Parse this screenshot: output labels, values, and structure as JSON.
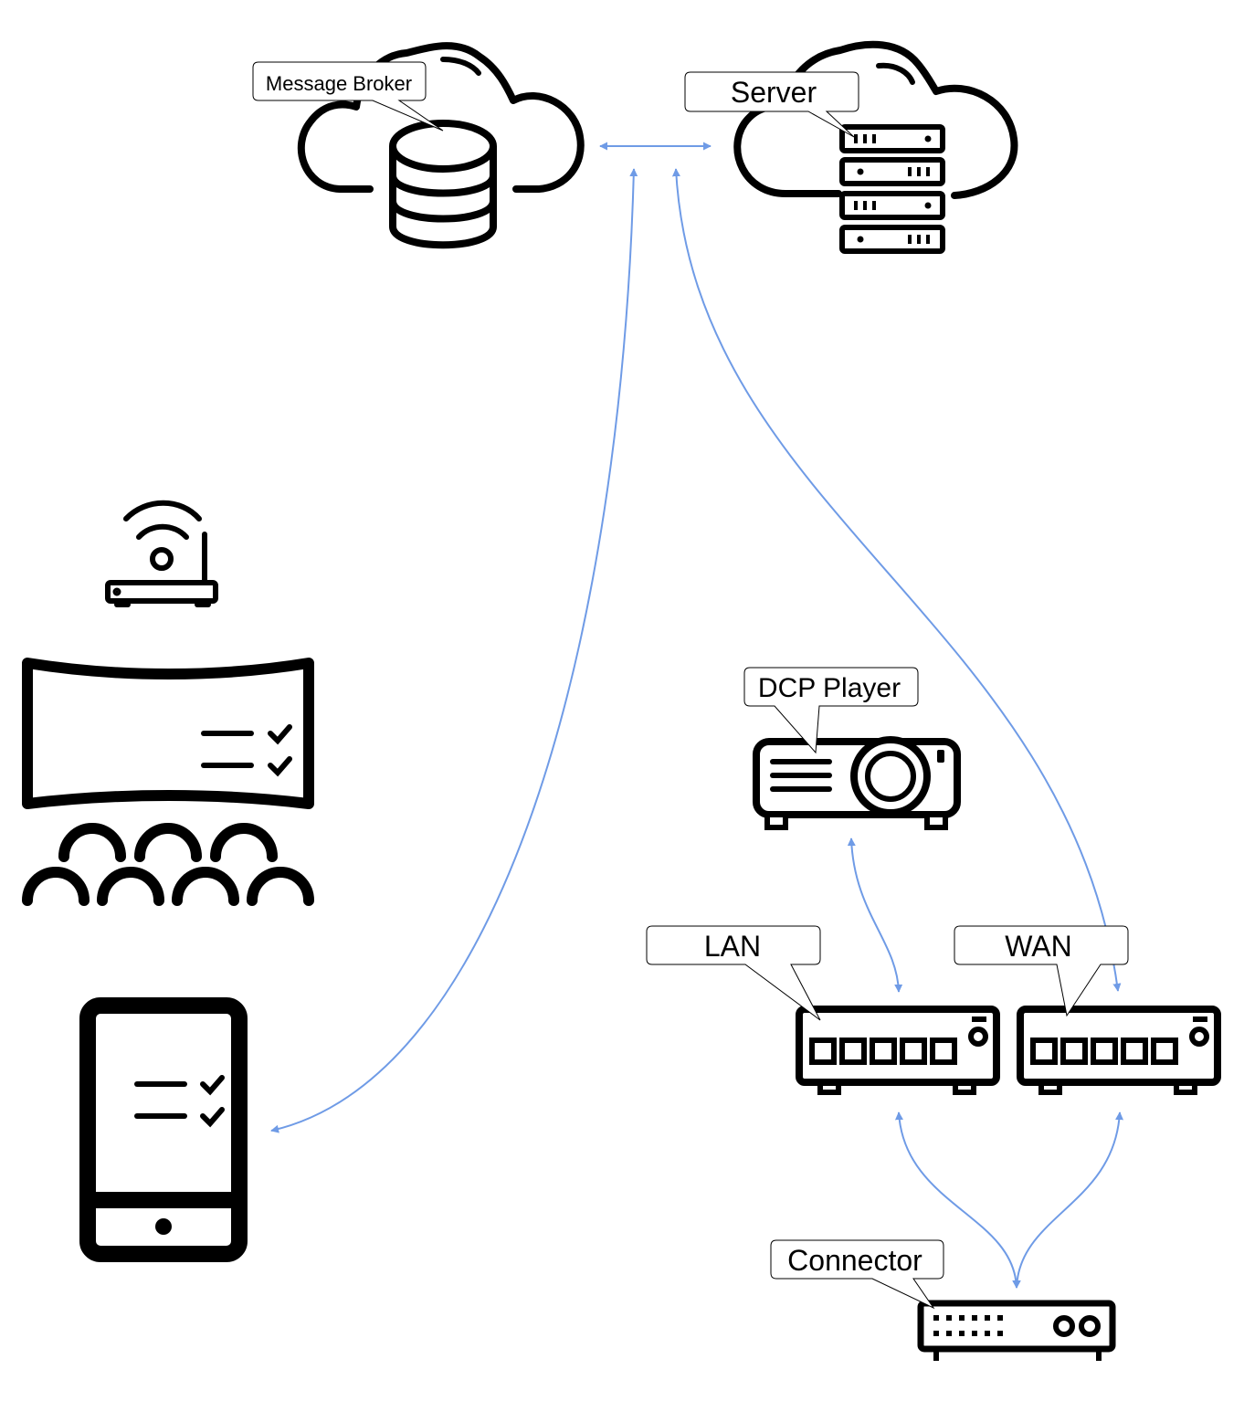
{
  "diagram": {
    "accent_color": "#6f9be6",
    "labels": {
      "message_broker": "Message Broker",
      "server": "Server",
      "dcp_player": "DCP Player",
      "lan": "LAN",
      "wan": "WAN",
      "connector": "Connector"
    },
    "icons": {
      "message_broker": "cloud-database-icon",
      "server": "cloud-server-icon",
      "router": "wifi-router-icon",
      "cinema": "cinema-screen-audience-icon",
      "tablet": "tablet-checklist-icon",
      "projector": "projector-icon",
      "lan": "network-switch-icon",
      "wan": "network-switch-icon",
      "connector": "connector-device-icon"
    },
    "connections": [
      {
        "from": "message_broker",
        "to": "server",
        "type": "bidirectional"
      },
      {
        "from": "message_broker",
        "to": "tablet",
        "type": "bidirectional"
      },
      {
        "from": "server",
        "to": "wan",
        "type": "bidirectional"
      },
      {
        "from": "dcp_player",
        "to": "lan",
        "type": "bidirectional"
      },
      {
        "from": "lan",
        "to": "connector",
        "type": "bidirectional"
      },
      {
        "from": "wan",
        "to": "connector",
        "type": "bidirectional"
      }
    ]
  }
}
